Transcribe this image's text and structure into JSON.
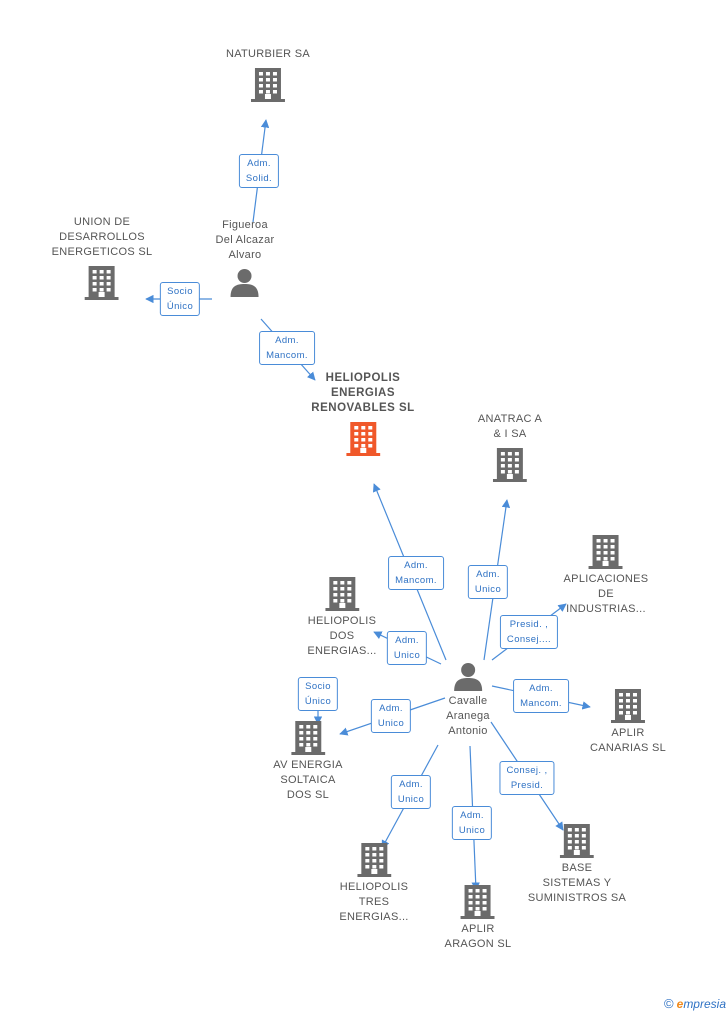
{
  "nodes": [
    {
      "id": "naturbier",
      "label": "NATURBIER SA",
      "kind": "company"
    },
    {
      "id": "union",
      "label": "UNION DE\nDESARROLLOS\nENERGETICOS SL",
      "kind": "company"
    },
    {
      "id": "figueroa",
      "label": "Figueroa\nDel Alcazar\nAlvaro",
      "kind": "person"
    },
    {
      "id": "heliopolis",
      "label": "HELIOPOLIS\nENERGIAS\nRENOVABLES SL",
      "kind": "company-main"
    },
    {
      "id": "anatraca",
      "label": "ANATRAC A\n& I SA",
      "kind": "company"
    },
    {
      "id": "aplicaciones",
      "label": "APLICACIONES\nDE\nINDUSTRIAS...",
      "kind": "company"
    },
    {
      "id": "heliodos",
      "label": "HELIOPOLIS\nDOS\nENERGIAS...",
      "kind": "company"
    },
    {
      "id": "cavalle",
      "label": "Cavalle\nAranega\nAntonio",
      "kind": "person"
    },
    {
      "id": "aplircanarias",
      "label": "APLIR\nCANARIAS SL",
      "kind": "company"
    },
    {
      "id": "avenergia",
      "label": "AV ENERGIA\nSOLTAICA\nDOS SL",
      "kind": "company"
    },
    {
      "id": "base",
      "label": "BASE\nSISTEMAS Y\nSUMINISTROS SA",
      "kind": "company"
    },
    {
      "id": "heliotres",
      "label": "HELIOPOLIS\nTRES\nENERGIAS...",
      "kind": "company"
    },
    {
      "id": "apliraragon",
      "label": "APLIR\nARAGON SL",
      "kind": "company"
    }
  ],
  "edges": [
    {
      "from": "figueroa",
      "to": "naturbier",
      "label": "Adm.\nSolid."
    },
    {
      "from": "figueroa",
      "to": "union",
      "label": "Socio\nÚnico"
    },
    {
      "from": "figueroa",
      "to": "heliopolis",
      "label": "Adm.\nMancom."
    },
    {
      "from": "cavalle",
      "to": "heliopolis",
      "label": "Adm.\nMancom."
    },
    {
      "from": "cavalle",
      "to": "anatraca",
      "label": "Adm.\nUnico"
    },
    {
      "from": "cavalle",
      "to": "aplicaciones",
      "label": "Presid. ,\nConsej...."
    },
    {
      "from": "cavalle",
      "to": "heliodos",
      "label": "Adm.\nUnico"
    },
    {
      "from": "cavalle",
      "to": "aplircanarias",
      "label": "Adm.\nMancom."
    },
    {
      "from": "cavalle",
      "to": "avenergia",
      "label": "Adm.\nUnico"
    },
    {
      "from": "heliodos",
      "to": "avenergia",
      "label": "Socio\nÚnico"
    },
    {
      "from": "cavalle",
      "to": "base",
      "label": "Consej. ,\nPresid."
    },
    {
      "from": "cavalle",
      "to": "heliotres",
      "label": "Adm.\nUnico"
    },
    {
      "from": "cavalle",
      "to": "apliraragon",
      "label": "Adm.\nUnico"
    }
  ],
  "colors": {
    "edge": "#4a8cd8",
    "icon": "#6b6b6b",
    "icon_main": "#f0582a",
    "badge_text": "#2f72c4"
  },
  "brand": {
    "symbol": "©",
    "e": "e",
    "rest": "mpresia"
  }
}
